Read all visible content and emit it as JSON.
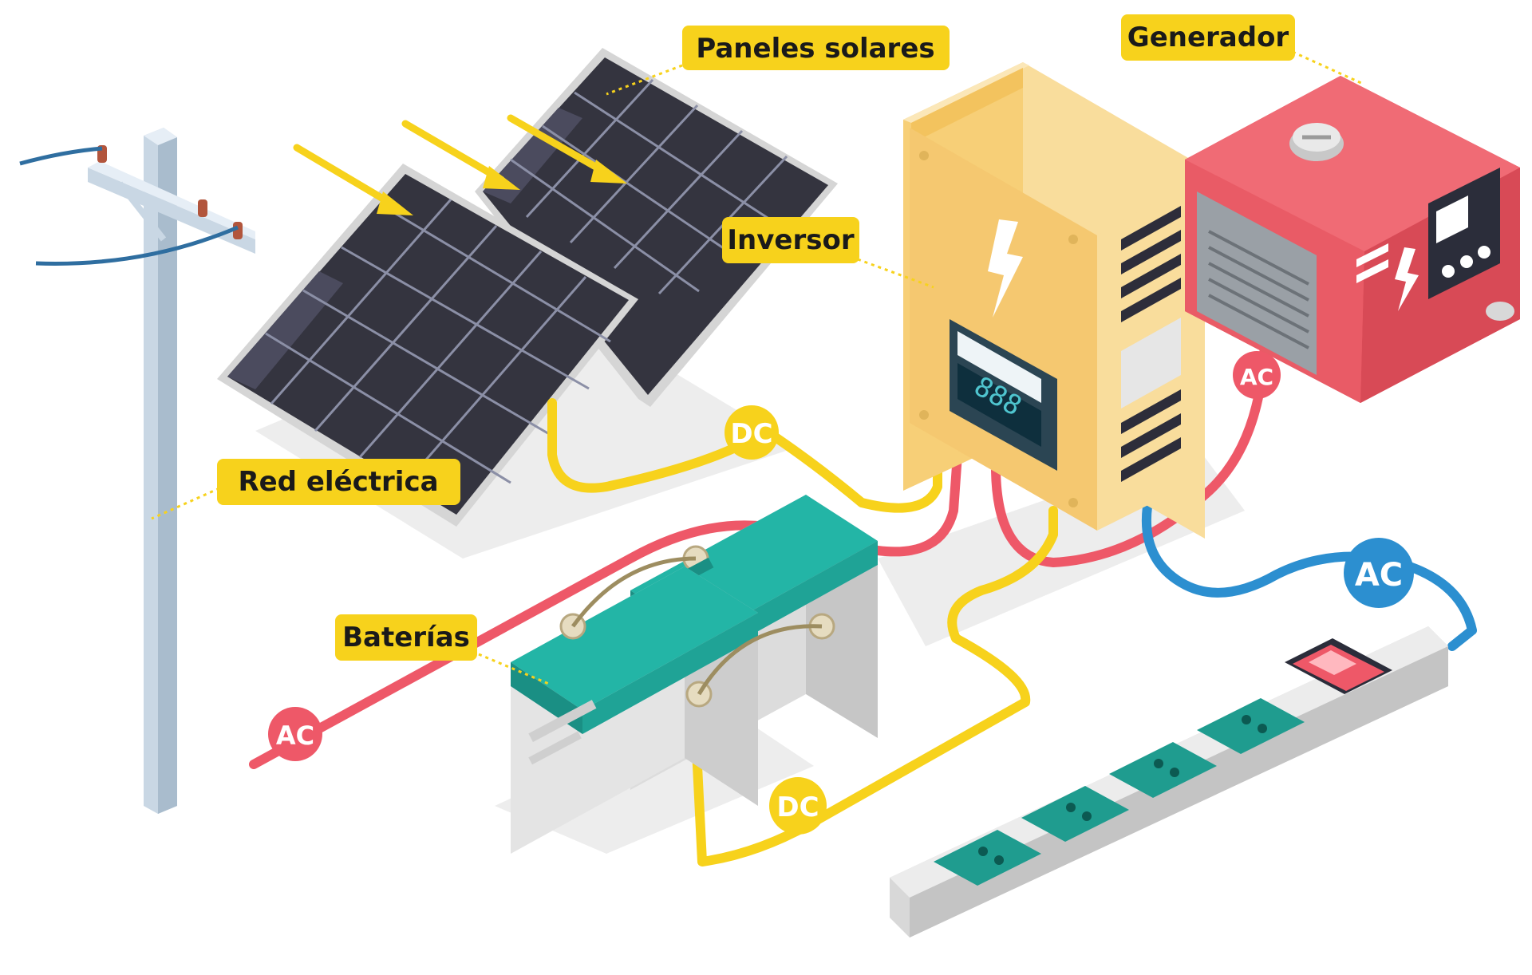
{
  "colors": {
    "label_bg": "#f7d21c",
    "ac_red": "#ee5868",
    "ac_blue": "#2c8fd0",
    "dc_yellow": "#f7d21c",
    "panel_dark": "#34343f",
    "inverter_body": "#f7cf77",
    "generator_red": "#e95b66",
    "battery_teal": "#23b5a6",
    "outlet_teal": "#1f9c8f"
  },
  "labels": {
    "panels": "Paneles solares",
    "generator": "Generador",
    "inverter": "Inversor",
    "grid": "Red eléctrica",
    "batteries": "Baterías"
  },
  "tags": {
    "dc_panels": "DC",
    "ac_generator": "AC",
    "ac_outlet": "AC",
    "ac_grid": "AC",
    "dc_batteries": "DC"
  },
  "inverter_display": "888"
}
